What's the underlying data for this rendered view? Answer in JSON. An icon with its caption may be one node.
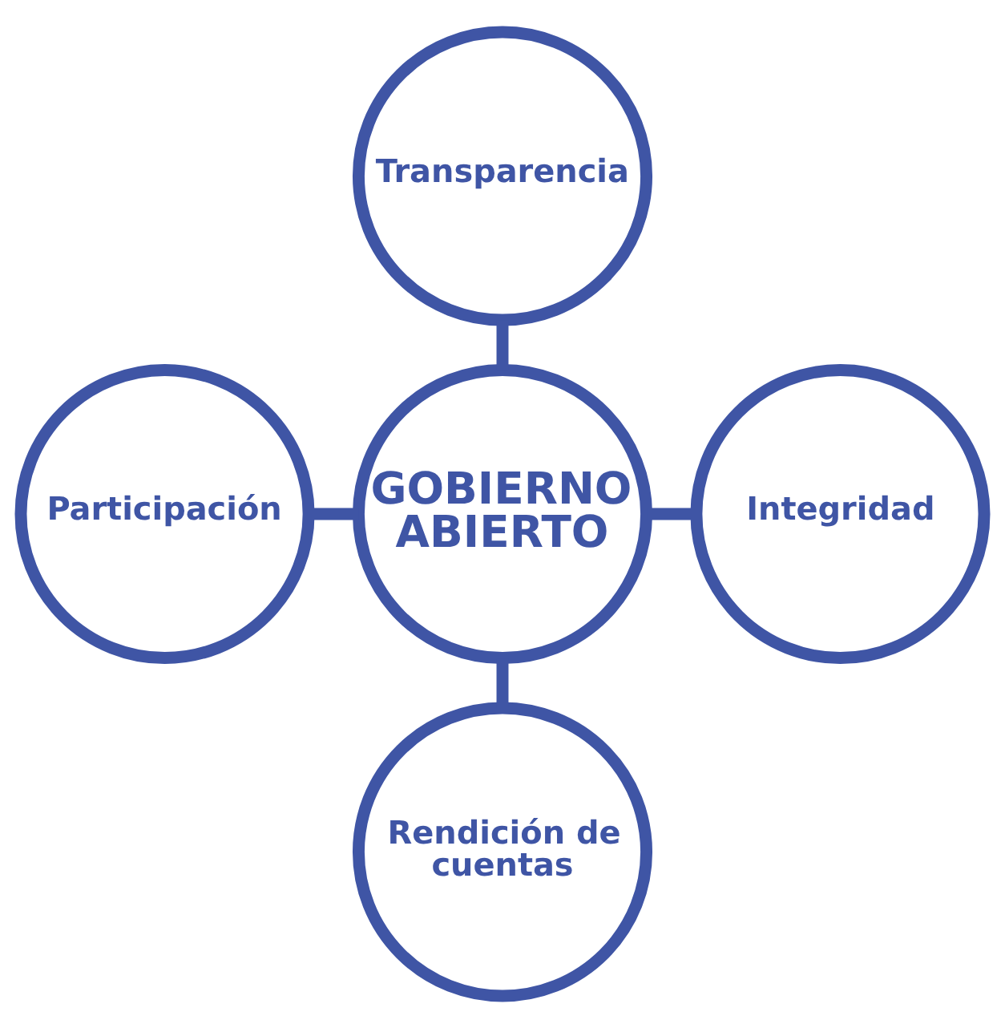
{
  "diagram": {
    "nodes": [
      {
        "text": [
          "Transparencia"
        ]
      },
      {
        "text": [
          "Participación"
        ]
      },
      {
        "text": [
          "GOBIERNO ABIERTO"
        ]
      },
      {
        "text": [
          "Integridad"
        ]
      },
      {
        "text": [
          "Rendición de cuentas"
        ]
      }
    ],
    "edges": [
      {
        "from": 0,
        "to": 2,
        "arrow": "none"
      },
      {
        "from": 1,
        "to": 2,
        "arrow": "none"
      },
      {
        "from": 2,
        "to": 3,
        "arrow": "none"
      },
      {
        "from": 2,
        "to": 4,
        "arrow": "none"
      }
    ]
  }
}
